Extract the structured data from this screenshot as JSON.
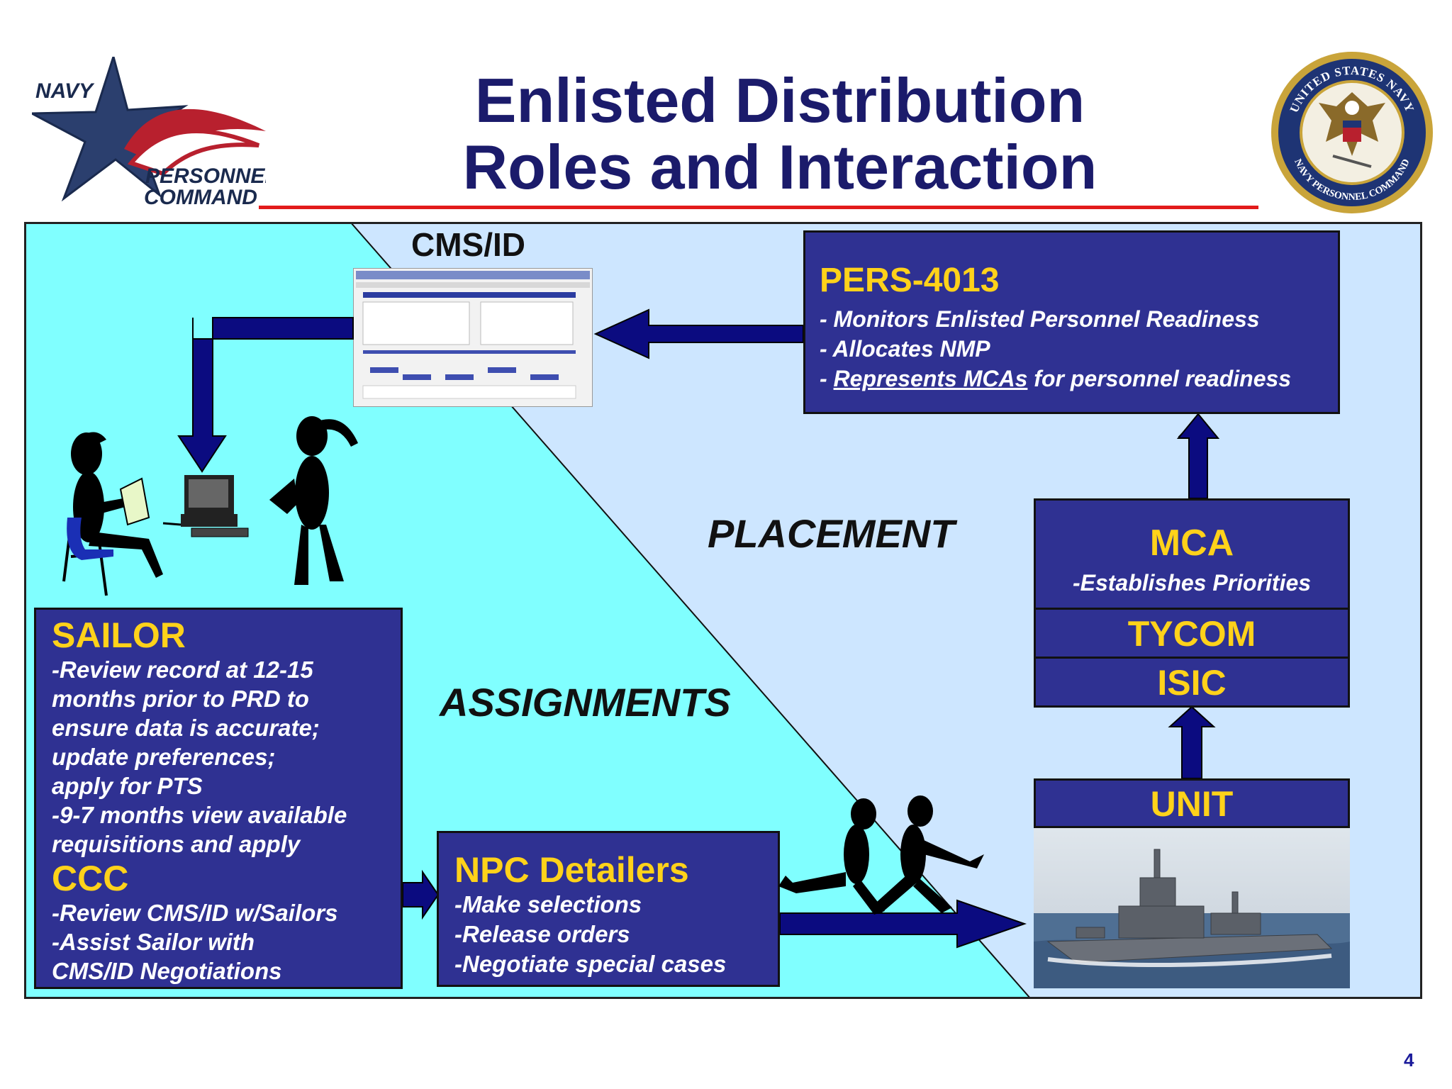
{
  "title": {
    "line1": "Enlisted Distribution",
    "line2": "Roles and Interaction"
  },
  "logo": {
    "top": "NAVY",
    "line2": "PERSONNEL",
    "line3": "COMMAND"
  },
  "seal": {
    "top_text": "UNITED STATES NAVY",
    "bottom_text": "NAVY PERSONNEL COMMAND"
  },
  "cmsid_label": "CMS/ID",
  "pers": {
    "head": "PERS-4013",
    "line1": "- Monitors Enlisted Personnel Readiness",
    "line2": "- Allocates NMP",
    "line3_prefix": "- ",
    "line3_underlined": "Represents MCAs",
    "line3_suffix": " for personnel readiness"
  },
  "placement_label": "PLACEMENT",
  "assignments_label": "ASSIGNMENTS",
  "mca": {
    "head": "MCA",
    "line": "-Establishes Priorities"
  },
  "tycom": "TYCOM",
  "isic": "ISIC",
  "unit": "UNIT",
  "sailor": {
    "head": "SAILOR",
    "lines": [
      "-Review record at 12-15",
      "months prior to PRD to",
      "ensure data is accurate;",
      "update preferences;",
      "apply for PTS",
      "-9-7 months view available",
      "requisitions and apply"
    ],
    "ccc_head": "CCC",
    "ccc_lines": [
      "-Review CMS/ID w/Sailors",
      "-Assist Sailor with",
      "CMS/ID Negotiations"
    ]
  },
  "npc": {
    "head": "NPC Detailers",
    "lines": [
      "-Make selections",
      "-Release orders",
      "-Negotiate special cases"
    ]
  },
  "page_number": "4",
  "colors": {
    "title": "#1b1b6b",
    "rule": "#e21b1b",
    "box_fill": "#2f3192",
    "box_head": "#ffd21a",
    "assign_region": "#80ffff",
    "placement_region": "#cde6ff",
    "arrow": "#0b0b80"
  }
}
